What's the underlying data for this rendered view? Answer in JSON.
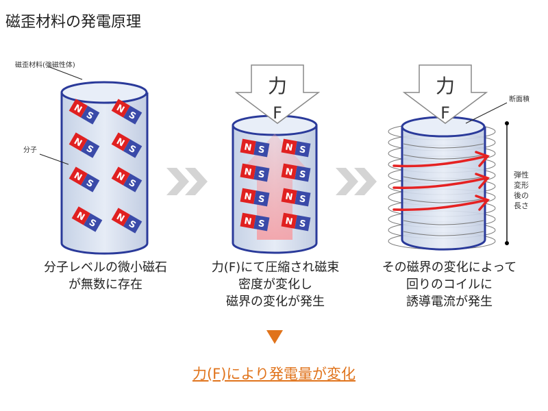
{
  "title": "磁歪材料の発電原理",
  "labels": {
    "material": "磁歪材料(強磁性体)",
    "molecule": "分子",
    "cross_section": "断面積",
    "length": [
      "弾性",
      "変形",
      "後の",
      "長さ"
    ]
  },
  "force": {
    "kanji": "力",
    "symbol": "F"
  },
  "magnet": {
    "north": "N",
    "south": "S"
  },
  "captions": [
    [
      "分子レベルの微小磁石",
      "が無数に存在"
    ],
    [
      "力(F)にて圧縮され磁束",
      "密度が変化し",
      "磁界の変化が発生"
    ],
    [
      "その磁界の変化によって",
      "回りのコイルに",
      "誘導電流が発生"
    ]
  ],
  "result": "力(F)により発電量が変化",
  "colors": {
    "accent": "#e0731b",
    "cylinder_edge": "#2a3a9a",
    "north": "#e02020",
    "south": "#3a4aa8"
  }
}
